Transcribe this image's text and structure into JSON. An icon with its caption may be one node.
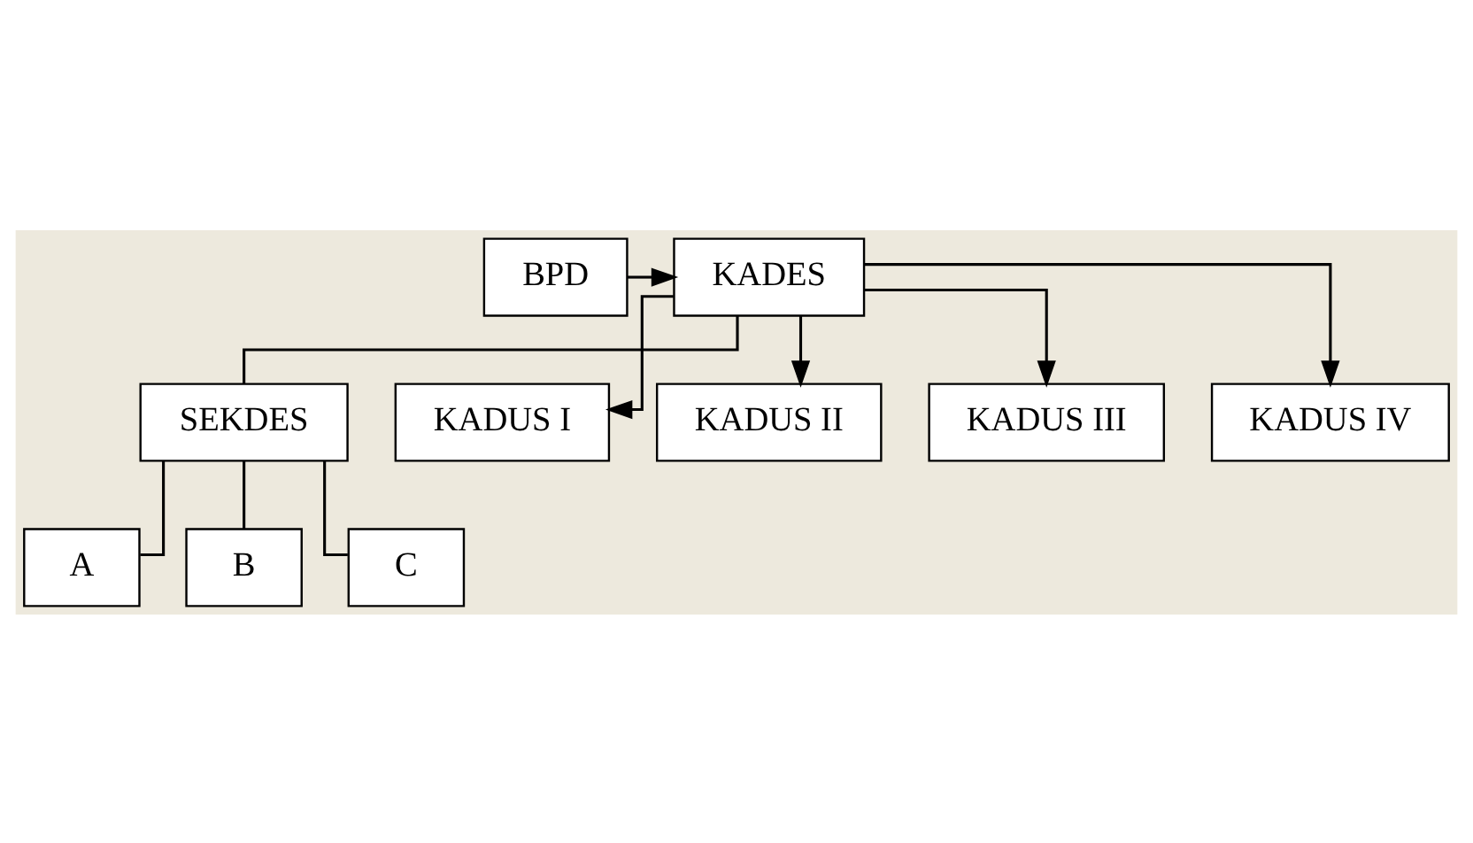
{
  "diagram": {
    "nodes": [
      {
        "text": [
          "BPD"
        ]
      },
      {
        "text": [
          "KADES"
        ]
      },
      {
        "text": [
          "SEKDES"
        ]
      },
      {
        "text": [
          "A"
        ]
      },
      {
        "text": [
          "B"
        ]
      },
      {
        "text": [
          "C"
        ]
      },
      {
        "text": [
          "KADUS I"
        ]
      },
      {
        "text": [
          "KADUS II"
        ]
      },
      {
        "text": [
          "KADUS III"
        ]
      },
      {
        "text": [
          "KADUS IV"
        ]
      }
    ],
    "edges": [
      {
        "from": 0,
        "to": 1,
        "arrow": "to"
      },
      {
        "from": 1,
        "to": 2,
        "arrow": "none"
      },
      {
        "from": 2,
        "to": 3,
        "arrow": "none"
      },
      {
        "from": 2,
        "to": 4,
        "arrow": "none"
      },
      {
        "from": 2,
        "to": 5,
        "arrow": "none"
      },
      {
        "from": 1,
        "to": 6,
        "arrow": "to"
      },
      {
        "from": 1,
        "to": 7,
        "arrow": "to"
      },
      {
        "from": 1,
        "to": 8,
        "arrow": "to"
      },
      {
        "from": 1,
        "to": 9,
        "arrow": "to"
      }
    ]
  }
}
